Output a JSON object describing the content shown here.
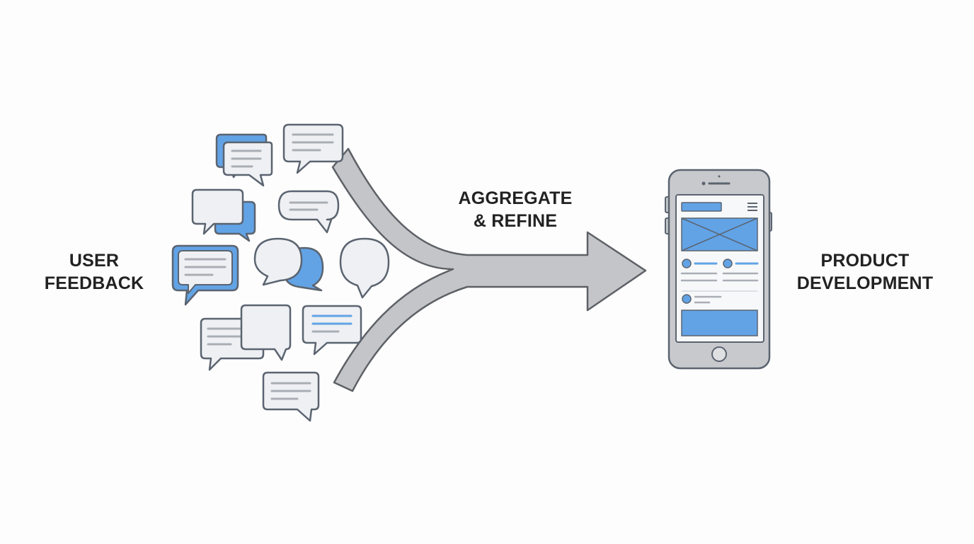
{
  "labels": {
    "left": [
      "USER",
      "FEEDBACK"
    ],
    "middle": [
      "AGGREGATE",
      "& REFINE"
    ],
    "right": [
      "PRODUCT",
      "DEVELOPMENT"
    ]
  },
  "colors": {
    "background": "#fdfdfd",
    "outline": "#5b6470",
    "bubble_fill": "#eef0f3",
    "accent_blue": "#62a3e6",
    "text_line_gray": "#a9aeb5",
    "arrow_fill": "#c3c5c8",
    "arrow_stroke": "#5d6166",
    "phone_body": "#c8c9cc",
    "phone_screen": "#f7f8f9",
    "text": "#222222"
  },
  "icons": {
    "feedback": "speech-bubble-icon",
    "process": "merge-arrow-icon",
    "product": "smartphone-icon"
  }
}
